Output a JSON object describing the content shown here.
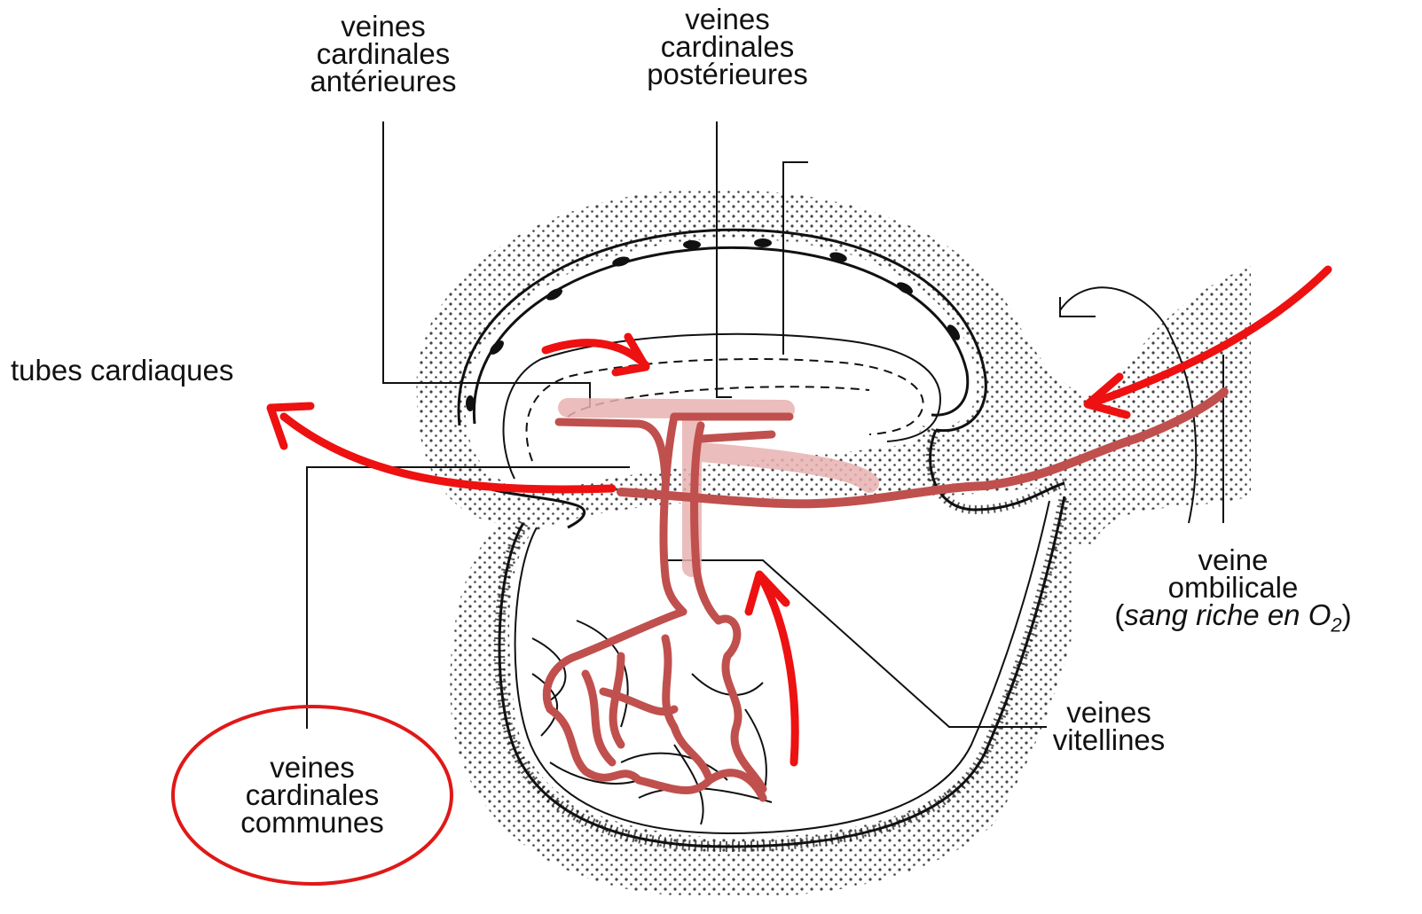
{
  "labels": {
    "anterior_cardinal": [
      "veines",
      "cardinales",
      "antérieures"
    ],
    "posterior_cardinal": [
      "veines",
      "cardinales",
      "postérieures"
    ],
    "heart_tubes": "tubes cardiaques",
    "umbilical": {
      "line1": "veine",
      "line2": "ombilicale",
      "open": "(",
      "italic": "sang riche en O",
      "subscript": "2",
      "close": ")"
    },
    "vitelline": [
      "veines",
      "vitellines"
    ],
    "common_cardinal": [
      "veines",
      "cardinales",
      "communes"
    ]
  },
  "colors": {
    "outline": "#111111",
    "vessels": "#c0504d",
    "vessels_light": "#e8b2b0",
    "arrows": "#ee1111",
    "highlight_ellipse": "#e01818"
  }
}
